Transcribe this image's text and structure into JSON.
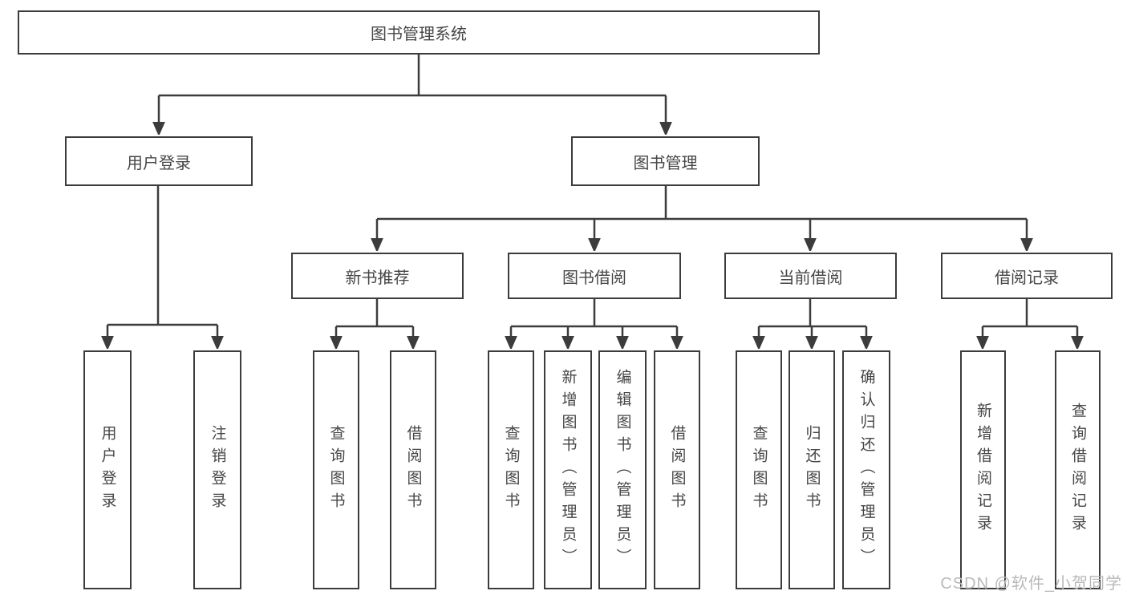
{
  "style": {
    "line_color": "#3c3c3c",
    "text_color": "#464646",
    "background": "#ffffff"
  },
  "diagram": {
    "root": {
      "label": "图书管理系统"
    },
    "branches": [
      {
        "label": "用户登录",
        "children": [
          {
            "label": "用户登录"
          },
          {
            "label": "注销登录"
          }
        ]
      },
      {
        "label": "图书管理",
        "children": [
          {
            "label": "新书推荐",
            "children": [
              {
                "label": "查询图书"
              },
              {
                "label": "借阅图书"
              }
            ]
          },
          {
            "label": "图书借阅",
            "children": [
              {
                "label": "查询图书"
              },
              {
                "label": "新增图书（管理员）"
              },
              {
                "label": "编辑图书（管理员）"
              },
              {
                "label": "借阅图书"
              }
            ]
          },
          {
            "label": "当前借阅",
            "children": [
              {
                "label": "查询图书"
              },
              {
                "label": "归还图书"
              },
              {
                "label": "确认归还（管理员）"
              }
            ]
          },
          {
            "label": "借阅记录",
            "children": [
              {
                "label": "新增借阅记录"
              },
              {
                "label": "查询借阅记录"
              }
            ]
          }
        ]
      }
    ]
  },
  "watermark": {
    "label": "CSDN @软件_小贺同学",
    "color": "#b9b9b9"
  }
}
